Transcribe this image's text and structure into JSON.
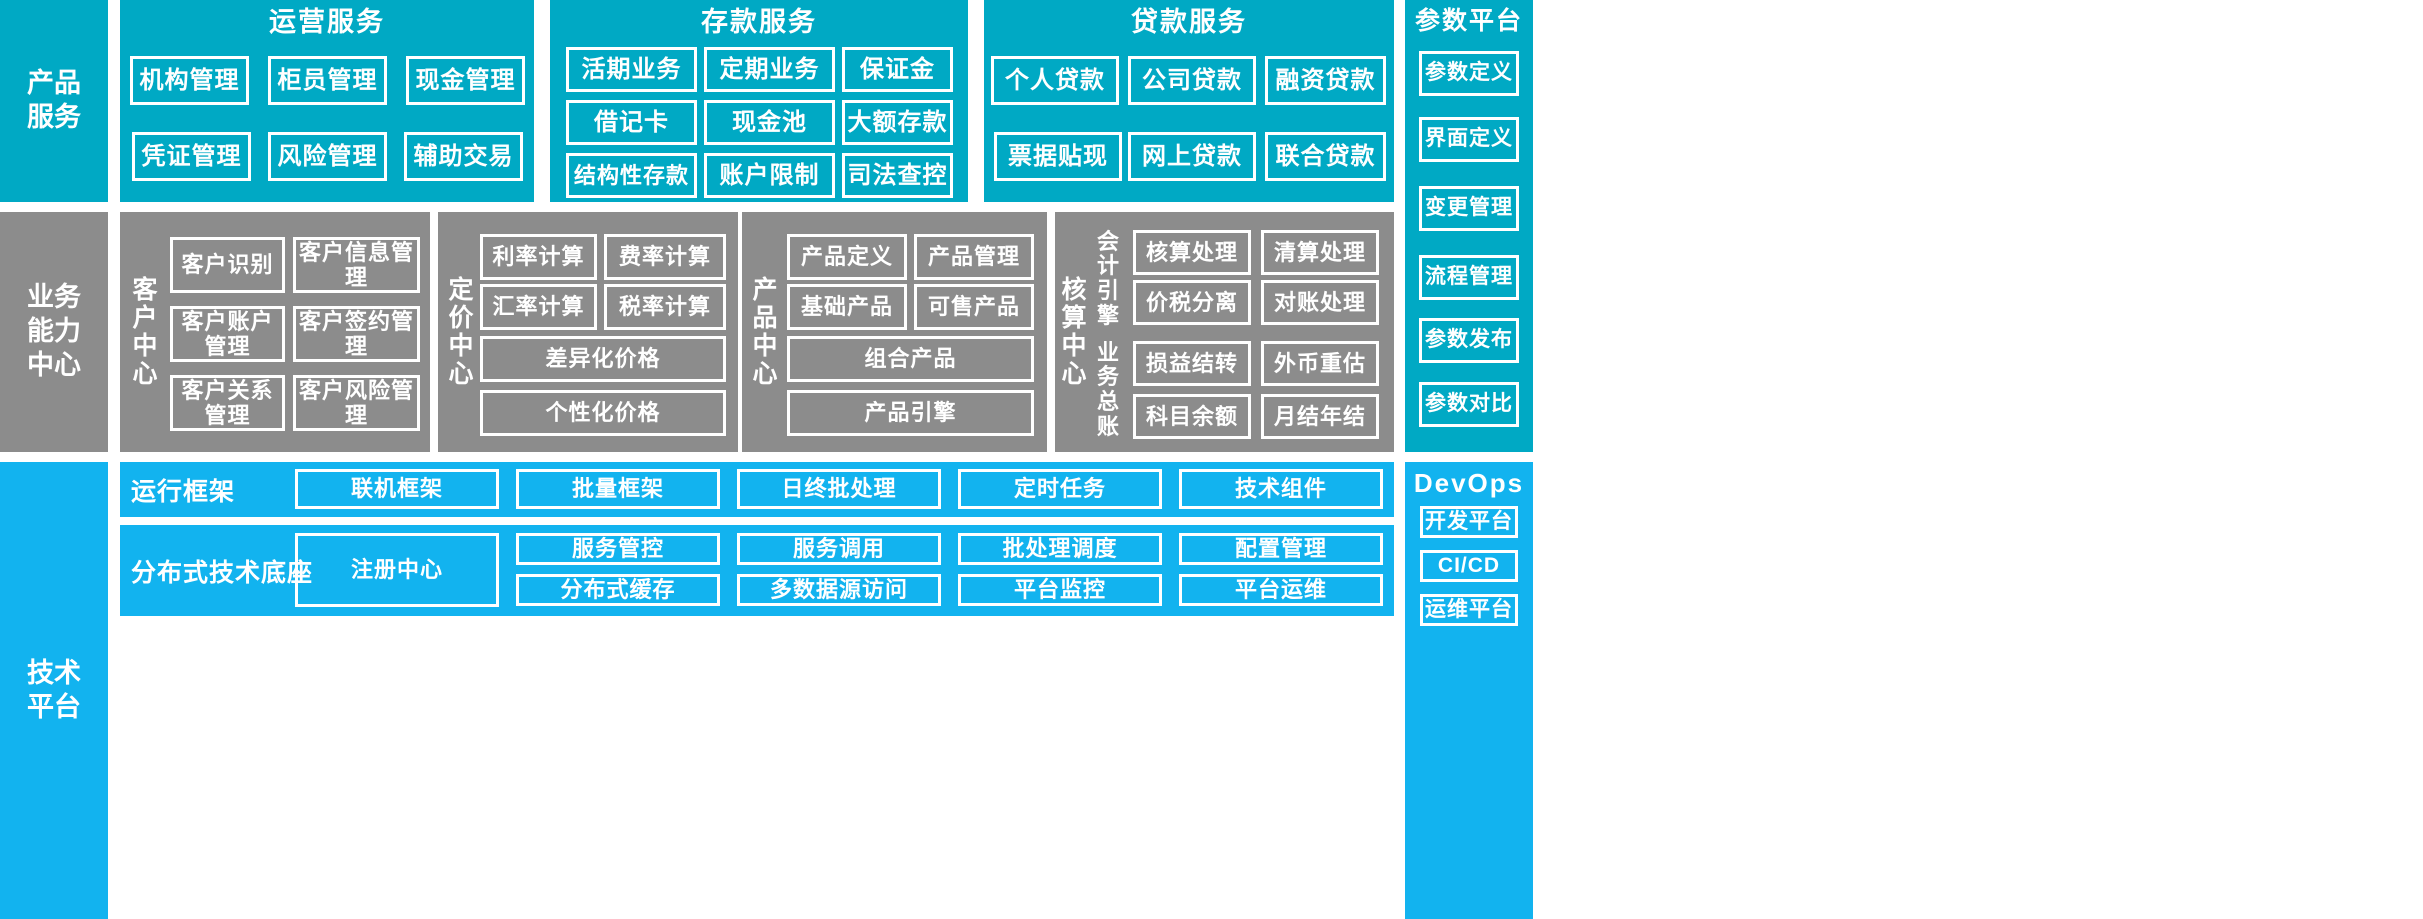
{
  "colors": {
    "cyan": "#00a9c4",
    "gray": "#8c8c8c",
    "bright_blue": "#12b3ef",
    "border": "#ffffff",
    "background": "#ffffff"
  },
  "rows": {
    "product_service": {
      "band_label": "产品\n服务",
      "groups": [
        {
          "title": "运营服务",
          "items": [
            "机构管理",
            "柜员管理",
            "现金管理",
            "凭证管理",
            "风险管理",
            "辅助交易"
          ]
        },
        {
          "title": "存款服务",
          "items": [
            "活期业务",
            "定期业务",
            "保证金",
            "借记卡",
            "现金池",
            "大额存款",
            "结构性存款",
            "账户限制",
            "司法查控"
          ]
        },
        {
          "title": "贷款服务",
          "items": [
            "个人贷款",
            "公司贷款",
            "融资贷款",
            "票据贴现",
            "网上贷款",
            "联合贷款"
          ]
        }
      ]
    },
    "business_capability": {
      "band_label": "业务\n能力\n中心",
      "groups": [
        {
          "label": "客户中心",
          "items": [
            "客户识别",
            "客户信息管理",
            "客户账户管理",
            "客户签约管理",
            "客户关系管理",
            "客户风险管理"
          ]
        },
        {
          "label": "定价中心",
          "items": [
            "利率计算",
            "费率计算",
            "汇率计算",
            "税率计算"
          ],
          "wide_items": [
            "差异化价格",
            "个性化价格"
          ]
        },
        {
          "label": "产品中心",
          "items": [
            "产品定义",
            "产品管理",
            "基础产品",
            "可售产品"
          ],
          "wide_items": [
            "组合产品",
            "产品引擎"
          ]
        },
        {
          "label": "核算中心",
          "sublabels": [
            "会计引擎",
            "业务总账"
          ],
          "engine_items": [
            "核算处理",
            "清算处理",
            "价税分离",
            "对账处理"
          ],
          "ledger_items": [
            "损益结转",
            "外币重估",
            "科目余额",
            "月结年结"
          ]
        }
      ]
    },
    "technology_platform": {
      "band_label": "技术\n平台",
      "sections": [
        {
          "label": "运行框架",
          "items": [
            "联机框架",
            "批量框架",
            "日终批处理",
            "定时任务",
            "技术组件"
          ]
        },
        {
          "label": "分布式技术底座",
          "primary": "注册中心",
          "row1": [
            "服务管控",
            "服务调用",
            "批处理调度",
            "配置管理"
          ],
          "row2": [
            "分布式缓存",
            "多数据源访问",
            "平台监控",
            "平台运维"
          ]
        }
      ]
    }
  },
  "right_column": {
    "parameter_platform": {
      "title": "参数平台",
      "items": [
        "参数定义",
        "界面定义",
        "变更管理",
        "流程管理",
        "参数发布",
        "参数对比"
      ]
    },
    "devops": {
      "title": "DevOps",
      "items": [
        "开发平台",
        "CI/CD",
        "运维平台"
      ]
    }
  }
}
